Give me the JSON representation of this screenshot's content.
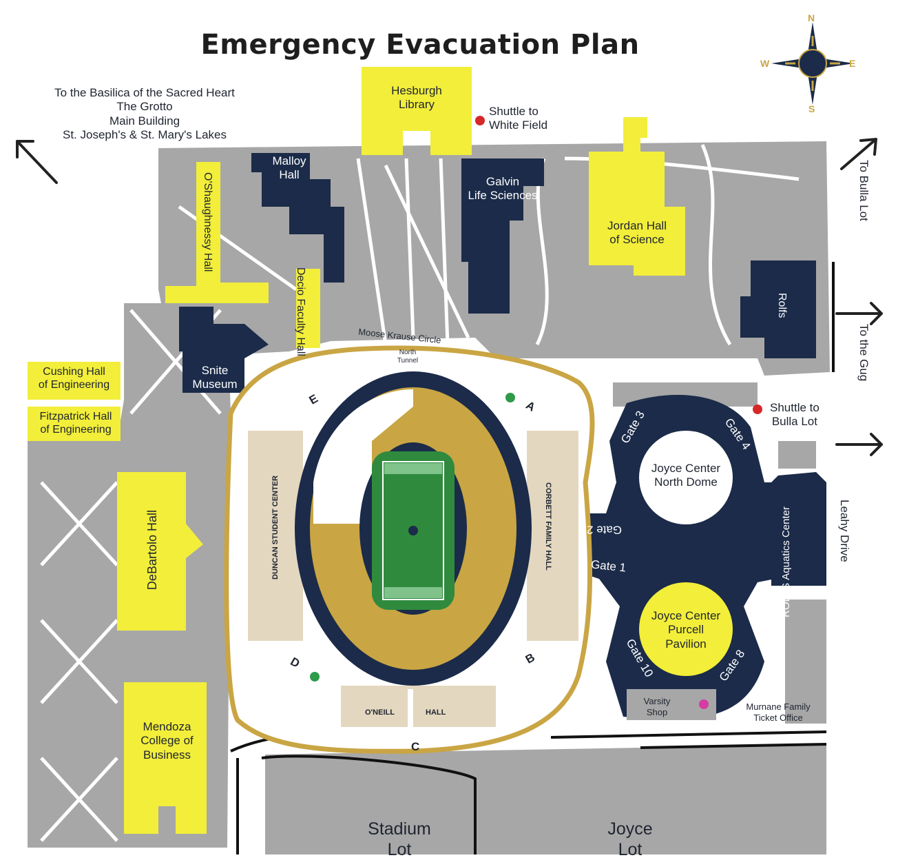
{
  "title": "Emergency Evacuation Plan",
  "compass": {
    "n": "N",
    "s": "S",
    "e": "E",
    "w": "W"
  },
  "directions": {
    "basilica": [
      "To the Basilica of the Sacred Heart",
      "The Grotto",
      "Main Building",
      "St. Joseph's & St. Mary's Lakes"
    ],
    "bulla": "To Bulla Lot",
    "gug": "To the Gug",
    "leahy": "Leahy Drive"
  },
  "shuttles": {
    "white_field": [
      "Shuttle to",
      "White Field"
    ],
    "bulla": [
      "Shuttle to",
      "Bulla Lot"
    ]
  },
  "buildings": {
    "hesburgh": [
      "Hesburgh",
      "Library"
    ],
    "malloy": [
      "Malloy",
      "Hall"
    ],
    "galvin": [
      "Galvin",
      "Life Sciences"
    ],
    "jordan": [
      "Jordan Hall",
      "of Science"
    ],
    "oshaughnessy": "O'Shaughnessy Hall",
    "decio": [
      "Decio Faculty",
      "Hall"
    ],
    "rolfs": "Rolfs",
    "snite": [
      "Snite",
      "Museum"
    ],
    "cushing": [
      "Cushing Hall",
      "of Engineering"
    ],
    "fitzpatrick": [
      "Fitzpatrick Hall",
      "of Engineering"
    ],
    "debartolo": "DeBartolo Hall",
    "mendoza": [
      "Mendoza",
      "College of",
      "Business"
    ],
    "joyce_north": [
      "Joyce Center",
      "North Dome"
    ],
    "joyce_purcell": [
      "Joyce Center",
      "Purcell",
      "Pavilion"
    ],
    "rolfs_aquatics": [
      "ROLFS",
      "Aquatics",
      "Center"
    ],
    "varsity_shop": [
      "Varsity",
      "Shop"
    ],
    "murnane": [
      "Murnane Family",
      "Ticket Office"
    ],
    "duncan": "DUNCAN STUDENT CENTER",
    "corbett": "CORBETT FAMILY HALL",
    "oneill": "O'NEILL",
    "hall": "HALL"
  },
  "stadium": {
    "moose_krause": "Moose Krause Circle",
    "north_tunnel": [
      "North",
      "Tunnel"
    ],
    "gates": [
      "A",
      "B",
      "C",
      "D",
      "E"
    ]
  },
  "joyce_gates": [
    "Gate 1",
    "Gate 2",
    "Gate 3",
    "Gate 4",
    "Gate 8",
    "Gate 10"
  ],
  "lots": {
    "stadium": [
      "Stadium",
      "Lot"
    ],
    "joyce": [
      "Joyce",
      "Lot"
    ]
  },
  "colors": {
    "yellow": "#f2ee3a",
    "navy": "#1b2b49",
    "gray": "#a7a7a7",
    "gold": "#c9a544",
    "field": "#2f8a3e",
    "tan": "#e3d7bf",
    "shuttle_dot": "#d62828",
    "gate_dot": "#2e9a4a",
    "ticket_dot": "#d63aa3"
  }
}
